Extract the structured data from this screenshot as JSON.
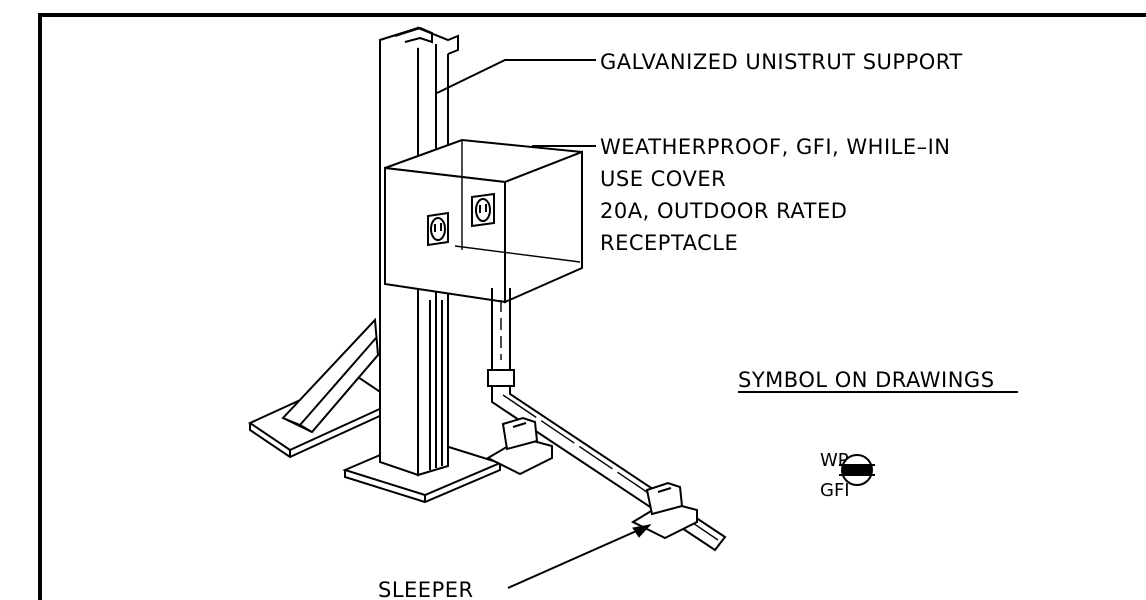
{
  "callouts": {
    "unistrut": "GALVANIZED UNISTRUT SUPPORT",
    "cover_line1": "WEATHERPROOF, GFI, WHILE–IN",
    "cover_line2": "USE COVER",
    "cover_line3": "20A, OUTDOOR RATED",
    "cover_line4": "RECEPTACLE",
    "sleeper": "SLEEPER"
  },
  "symbol": {
    "title": "SYMBOL ON DRAWINGS",
    "wp": "WP",
    "gfi": "GFI"
  }
}
